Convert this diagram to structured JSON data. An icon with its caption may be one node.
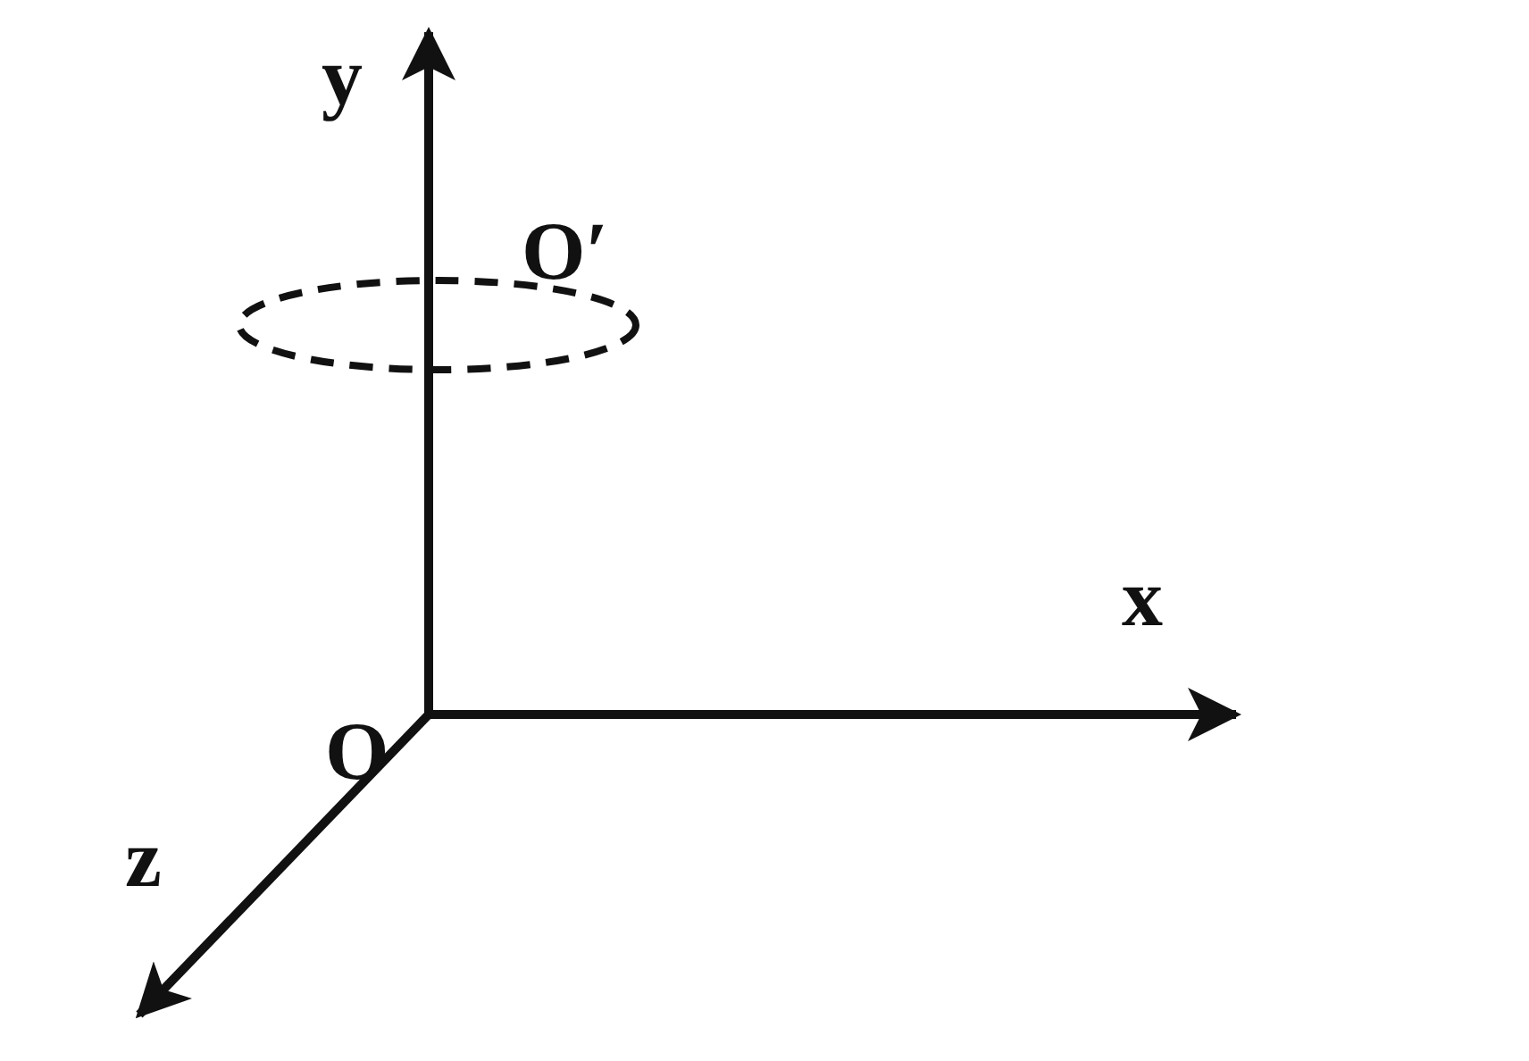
{
  "diagram": {
    "nodes": [
      {
        "text": [],
        "shape": "circle"
      }
    ],
    "labels": [
      "y",
      "O′",
      "x",
      "O",
      "z"
    ]
  }
}
